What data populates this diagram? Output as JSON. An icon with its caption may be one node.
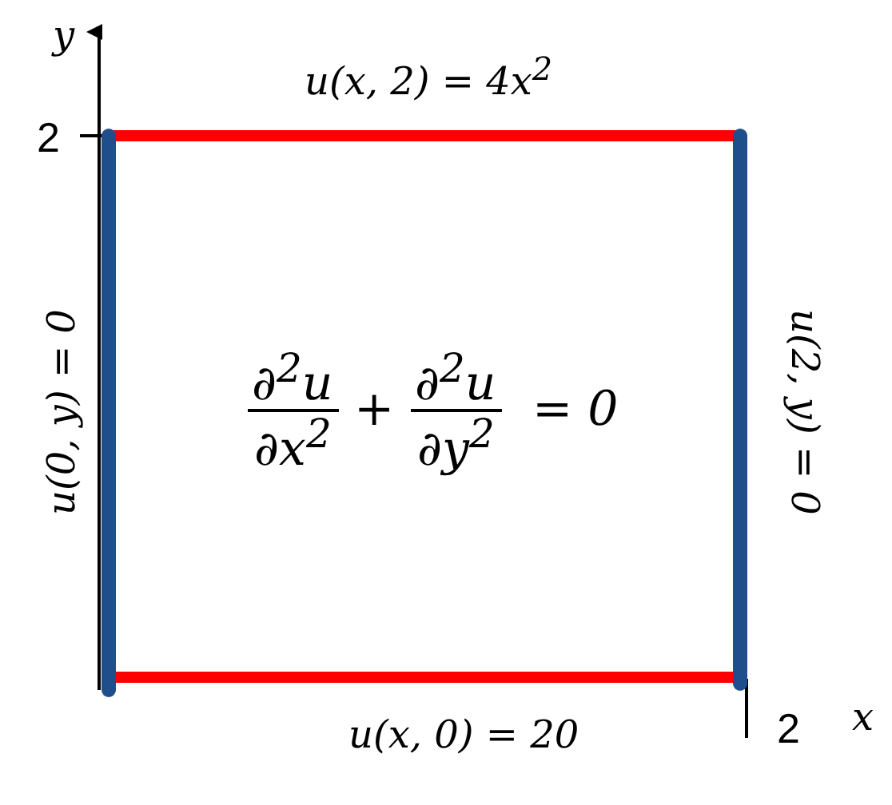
{
  "diagram": {
    "labels": [
      "y",
      "2",
      "u(x, 2) = 4x$^{2}$",
      "u(0, y) = 0",
      "∂$^{2}$u",
      "∂x$^{2}$",
      "+",
      "∂$^{2}$u",
      "∂y$^{2}$",
      "= 0",
      "u(2, y) = 0",
      "u(x, 0) = 20",
      "2",
      "x"
    ]
  }
}
